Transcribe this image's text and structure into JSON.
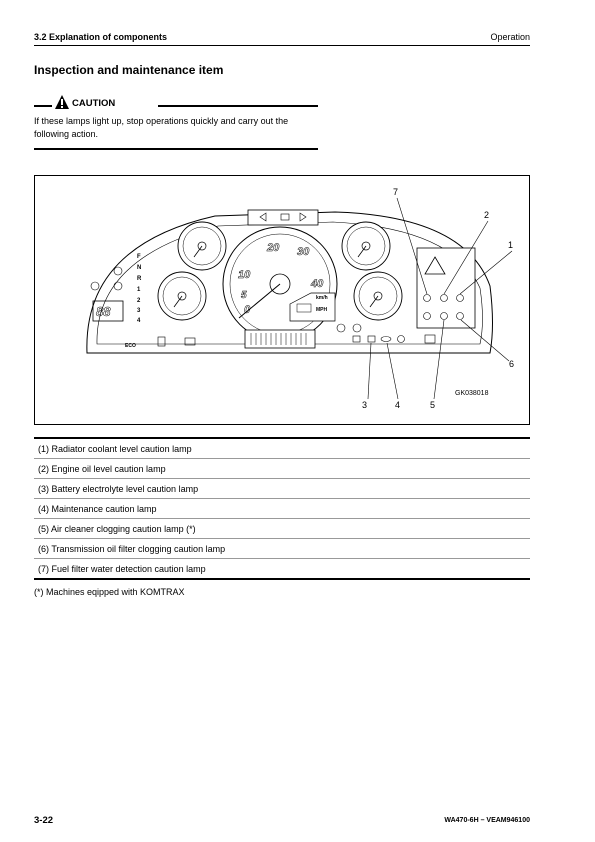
{
  "header": {
    "section": "3.2 Explanation of components",
    "chapter": "Operation"
  },
  "section_title": "Inspection and maintenance item",
  "caution": {
    "label": "CAUTION",
    "text": "If these lamps light up, stop operations quickly and carry out the following action."
  },
  "figure": {
    "callouts": [
      "7",
      "2",
      "1",
      "6",
      "3",
      "4",
      "5"
    ],
    "image_id": "GK038018",
    "gauge_numbers": [
      "20",
      "30",
      "10",
      "40",
      "5",
      "0"
    ],
    "speed_units": "km/h",
    "speed_units_alt": "MPH",
    "gear_letters": [
      "F",
      "N",
      "R",
      "1",
      "2",
      "3",
      "4"
    ],
    "eco_text": "ECO",
    "gear_display": "88"
  },
  "items": [
    "(1) Radiator coolant level caution lamp",
    "(2) Engine oil level caution lamp",
    "(3) Battery electrolyte level caution lamp",
    "(4) Maintenance caution lamp",
    "(5) Air cleaner clogging caution lamp (*)",
    "(6) Transmission oil filter clogging caution lamp",
    "(7) Fuel filter water detection caution lamp"
  ],
  "footnote": "(*) Machines eqipped with KOMTRAX",
  "footer": {
    "page": "3-22",
    "doc_code": "WA470-6H – VEAM946100"
  }
}
